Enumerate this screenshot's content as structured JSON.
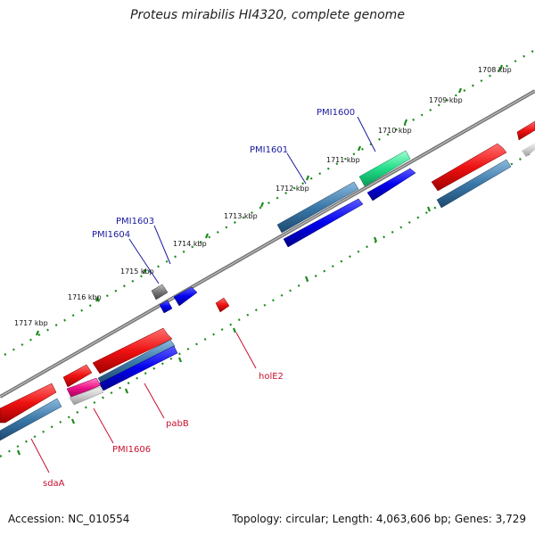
{
  "title": "Proteus mirabilis HI4320, complete genome",
  "footer": {
    "accession": "Accession: NC_010554",
    "stats": "Topology: circular; Length: 4,063,606 bp; Genes: 3,729"
  },
  "scale_labels": [
    "1708 kbp",
    "1709 kbp",
    "1710 kbp",
    "1711 kbp",
    "1712 kbp",
    "1713 kbp",
    "1714 kbp",
    "1715 kbp",
    "1716 kbp",
    "1717 kbp"
  ],
  "gene_labels": {
    "pmi1600": "PMI1600",
    "pmi1601": "PMI1601",
    "pmi1603": "PMI1603",
    "pmi1604": "PMI1604",
    "hole2": "holE2",
    "pabb": "pabB",
    "pmi1606": "PMI1606",
    "sdaa": "sdaA"
  },
  "colors": {
    "forward_gene": "#ee1111",
    "reverse_gene": "#0000ee",
    "cds_steel": "#3a78a8",
    "rna_green": "#22dd88",
    "pseudo_gray": "#777777",
    "magenta": "#ee1188",
    "backbone": "#777777",
    "tick_green": "#1a8a1a",
    "label_blue": "#1a1aa0",
    "label_red": "#c8102e"
  }
}
